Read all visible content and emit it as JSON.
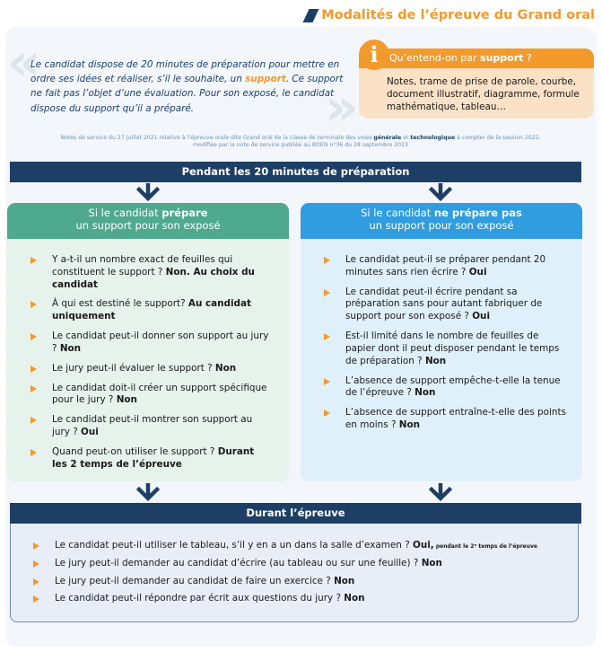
{
  "title": "Modalités de l’épreuve du Grand oral",
  "intro": {
    "part1": "Le candidat dispose de 20 minutes de préparation pour mettre en ordre ses idées et réaliser, s’il le souhaite, un ",
    "support_word": "support",
    "part2": ". Ce support ne fait pas l’objet d’une évaluation. Pour son exposé, le candidat dispose du support qu’il a préparé."
  },
  "info_box": {
    "icon_glyph": "i",
    "question_prefix": "Qu’entend-on par ",
    "question_bold": "support",
    "question_suffix": " ?",
    "answer": "Notes, trame de prise de parole, courbe, document illustratif, diagramme, formule mathématique, tableau…"
  },
  "notes": {
    "part1": "Notes de service du 27 juillet 2021 relative à l’épreuve orale dite Grand oral de la classe de terminale des voies ",
    "hl1": "générale",
    "and": " et ",
    "hl2": "technologique",
    "part2": " à compter de la session 2022,",
    "line2": "modifiée par la note de service publiée au BOEN n°36 du 28 septembre 2023"
  },
  "preparation_bar": "Pendant les 20 minutes de préparation",
  "left_column": {
    "head_prefix": "Si le candidat ",
    "head_bold": "prépare",
    "head_line2": "un support pour son exposé",
    "items": [
      {
        "q": "Y a-t-il un nombre exact de feuilles qui constituent le support ? ",
        "a": "Non. Au choix du candidat"
      },
      {
        "q": "À qui est destiné le support? ",
        "a": "Au candidat uniquement"
      },
      {
        "q": "Le candidat peut-il donner son support au jury ? ",
        "a": "Non"
      },
      {
        "q": "Le jury peut-il évaluer le support ? ",
        "a": "Non"
      },
      {
        "q": "Le candidat doit-il créer un support spécifique pour le jury ? ",
        "a": "Non"
      },
      {
        "q": "Le candidat peut-il montrer son support au jury ? ",
        "a": "Oui"
      },
      {
        "q": "Quand peut-on utiliser le support ? ",
        "a": "Durant les 2 temps de l’épreuve"
      }
    ]
  },
  "right_column": {
    "head_prefix": "Si le candidat ",
    "head_bold": "ne prépare pas",
    "head_line2": "un support pour son exposé",
    "items": [
      {
        "q": "Le candidat peut-il se préparer pendant 20 minutes sans rien écrire ? ",
        "a": "Oui"
      },
      {
        "q": "Le candidat peut-il écrire pendant sa préparation sans pour autant fabriquer de support pour son exposé ? ",
        "a": "Oui"
      },
      {
        "q": "Est-il limité dans le nombre de feuilles de papier dont il peut disposer pendant le temps de préparation ? ",
        "a": "Non"
      },
      {
        "q": "L’absence de support empêche-t-elle la tenue de l’épreuve ? ",
        "a": "Non"
      },
      {
        "q": "L’absence de support entraîne-t-elle des points en moins ? ",
        "a": "Non"
      }
    ]
  },
  "exam_bar": "Durant l’épreuve",
  "exam_items": [
    {
      "q": "Le candidat peut-il utiliser le tableau, s’il y en a un dans la salle d’examen ? ",
      "a": "Oui,",
      "small": " pendant le 2ᵉ temps de l’épreuve"
    },
    {
      "q": "Le jury peut-il demander au candidat d’écrire (au tableau ou sur une feuille) ? ",
      "a": "Non"
    },
    {
      "q": "Le jury peut-il demander au candidat de faire un exercice ? ",
      "a": "Non"
    },
    {
      "q": "Le candidat peut-il répondre par écrit aux questions du jury ? ",
      "a": "Non"
    }
  ],
  "colors": {
    "navy": "#1d3f66",
    "orange": "#f39a2c",
    "green": "#4fa98c",
    "blue": "#2f9de0"
  }
}
